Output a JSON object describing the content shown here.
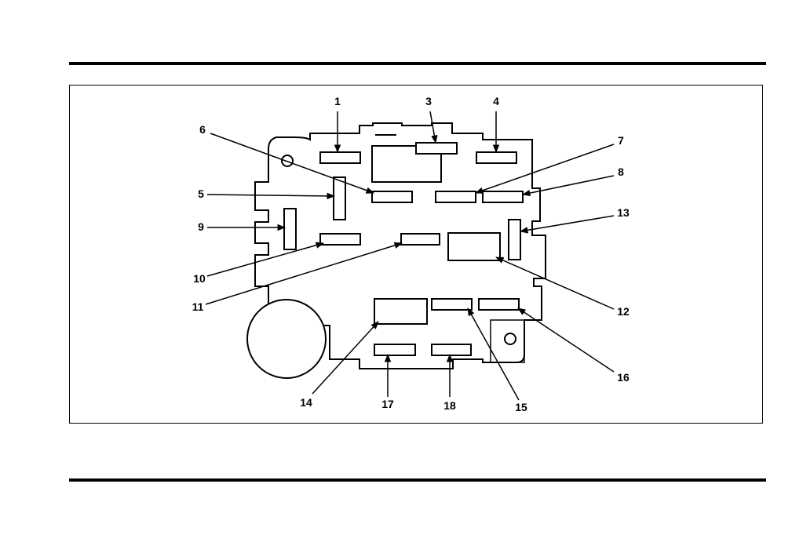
{
  "callouts": [
    {
      "id": "1",
      "text": "1"
    },
    {
      "id": "3",
      "text": "3"
    },
    {
      "id": "4",
      "text": "4"
    },
    {
      "id": "6",
      "text": "6"
    },
    {
      "id": "7",
      "text": "7"
    },
    {
      "id": "8",
      "text": "8"
    },
    {
      "id": "5",
      "text": "5"
    },
    {
      "id": "13",
      "text": "13"
    },
    {
      "id": "9",
      "text": "9"
    },
    {
      "id": "10",
      "text": "10"
    },
    {
      "id": "11",
      "text": "11"
    },
    {
      "id": "12",
      "text": "12"
    },
    {
      "id": "14",
      "text": "14"
    },
    {
      "id": "17",
      "text": "17"
    },
    {
      "id": "18",
      "text": "18"
    },
    {
      "id": "15",
      "text": "15"
    },
    {
      "id": "16",
      "text": "16"
    }
  ]
}
